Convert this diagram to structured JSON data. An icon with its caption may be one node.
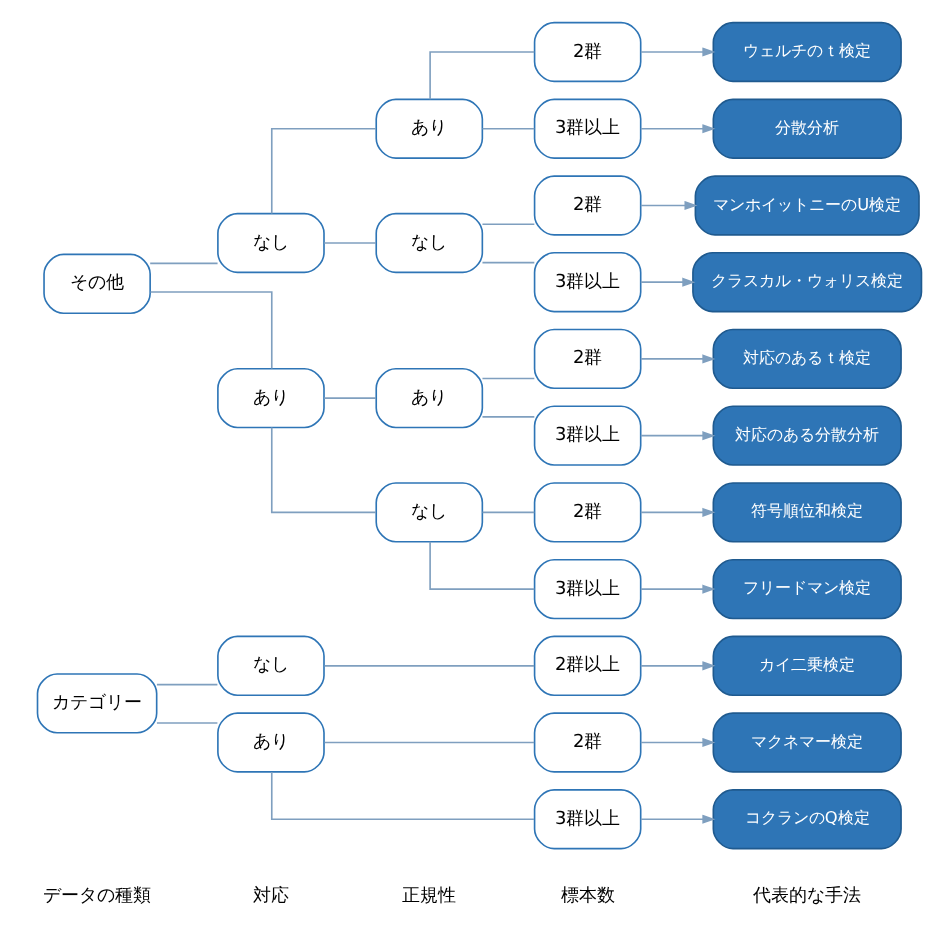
{
  "diagram": {
    "nodes": [
      {
        "text": [
          "カテゴリー"
        ]
      },
      {
        "text": [
          "なし"
        ]
      },
      {
        "text": [
          "2群以上"
        ]
      },
      {
        "text": [
          "カイ二乗検定"
        ]
      },
      {
        "text": [
          "あり"
        ]
      },
      {
        "text": [
          "2群"
        ]
      },
      {
        "text": [
          "マクネマー検定"
        ]
      },
      {
        "text": [
          "3群以上"
        ]
      },
      {
        "text": [
          "コクランのQ検定"
        ]
      },
      {
        "text": [
          "その他"
        ]
      },
      {
        "text": [
          "なし"
        ]
      },
      {
        "text": [
          "あり"
        ]
      },
      {
        "text": [
          "2群"
        ]
      },
      {
        "text": [
          "ウェルチのｔ検定"
        ]
      },
      {
        "text": [
          "3群以上"
        ]
      },
      {
        "text": [
          "分散分析"
        ]
      },
      {
        "text": [
          "なし"
        ]
      },
      {
        "text": [
          "2群"
        ]
      },
      {
        "text": [
          "マンホイットニーのU検定"
        ]
      },
      {
        "text": [
          "3群以上"
        ]
      },
      {
        "text": [
          "クラスカル・ウォリス検定"
        ]
      },
      {
        "text": [
          "あり"
        ]
      },
      {
        "text": [
          "あり"
        ]
      },
      {
        "text": [
          "2群"
        ]
      },
      {
        "text": [
          "対応のあるｔ検定"
        ]
      },
      {
        "text": [
          "3群以上"
        ]
      },
      {
        "text": [
          "対応のある分散分析"
        ]
      },
      {
        "text": [
          "なし"
        ]
      },
      {
        "text": [
          "2群"
        ]
      },
      {
        "text": [
          "符号順位和検定"
        ]
      },
      {
        "text": [
          "3群以上"
        ]
      },
      {
        "text": [
          "フリードマン検定"
        ]
      }
    ],
    "edges": [
      {
        "from": 0,
        "to": 1,
        "arrow": "none"
      },
      {
        "from": 1,
        "to": 2,
        "arrow": "none"
      },
      {
        "from": 2,
        "to": 3,
        "arrow": "to"
      },
      {
        "from": 0,
        "to": 4,
        "arrow": "none"
      },
      {
        "from": 4,
        "to": 5,
        "arrow": "none"
      },
      {
        "from": 5,
        "to": 6,
        "arrow": "to"
      },
      {
        "from": 4,
        "to": 7,
        "arrow": "none"
      },
      {
        "from": 7,
        "to": 8,
        "arrow": "to"
      },
      {
        "from": 9,
        "to": 10,
        "arrow": "none"
      },
      {
        "from": 10,
        "to": 11,
        "arrow": "none"
      },
      {
        "from": 11,
        "to": 12,
        "arrow": "none"
      },
      {
        "from": 12,
        "to": 13,
        "arrow": "to"
      },
      {
        "from": 11,
        "to": 14,
        "arrow": "none"
      },
      {
        "from": 14,
        "to": 15,
        "arrow": "to"
      },
      {
        "from": 10,
        "to": 16,
        "arrow": "none"
      },
      {
        "from": 16,
        "to": 17,
        "arrow": "none"
      },
      {
        "from": 17,
        "to": 18,
        "arrow": "to"
      },
      {
        "from": 16,
        "to": 19,
        "arrow": "none"
      },
      {
        "from": 19,
        "to": 20,
        "arrow": "to"
      },
      {
        "from": 9,
        "to": 21,
        "arrow": "none"
      },
      {
        "from": 21,
        "to": 22,
        "arrow": "none"
      },
      {
        "from": 22,
        "to": 23,
        "arrow": "none"
      },
      {
        "from": 23,
        "to": 24,
        "arrow": "to"
      },
      {
        "from": 22,
        "to": 25,
        "arrow": "none"
      },
      {
        "from": 25,
        "to": 26,
        "arrow": "to"
      },
      {
        "from": 21,
        "to": 27,
        "arrow": "none"
      },
      {
        "from": 27,
        "to": 28,
        "arrow": "none"
      },
      {
        "from": 28,
        "to": 29,
        "arrow": "to"
      },
      {
        "from": 27,
        "to": 30,
        "arrow": "none"
      },
      {
        "from": 30,
        "to": 31,
        "arrow": "to"
      }
    ],
    "labels": [
      "データの種類",
      "対応",
      "正規性",
      "標本数",
      "代表的な手法"
    ]
  }
}
